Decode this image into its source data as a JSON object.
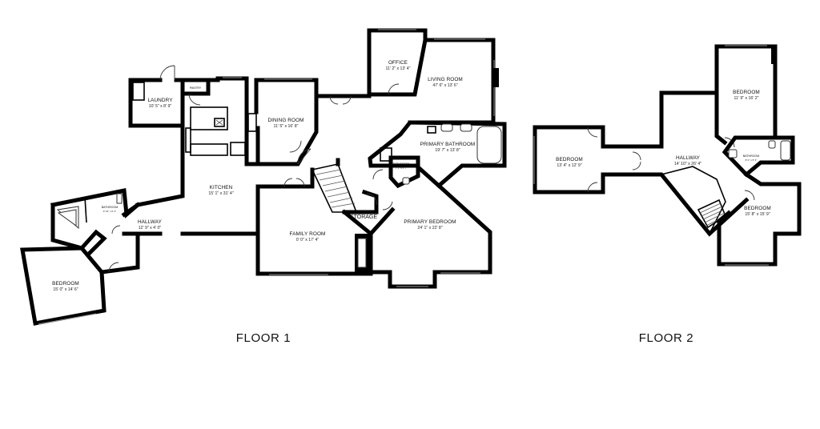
{
  "floors": [
    {
      "title": "FLOOR 1",
      "rooms": [
        {
          "name": "LAUNDRY",
          "size": "10' 5\" x 8' 9\""
        },
        {
          "name": "PANTRY",
          "size": ""
        },
        {
          "name": "DINING ROOM",
          "size": "11' 5\" x 16' 8\""
        },
        {
          "name": "OFFICE",
          "size": "11' 2\" x 13' 4\""
        },
        {
          "name": "LIVING ROOM",
          "size": "47' 6\" x 13' 6\""
        },
        {
          "name": "KITCHEN",
          "size": "15' 1\" x 31' 4\""
        },
        {
          "name": "PRIMARY BATHROOM",
          "size": "19' 7\" x 13' 8\""
        },
        {
          "name": "BATHROOM",
          "size": "7' 3\" x 5' 7\""
        },
        {
          "name": "HALLWAY",
          "size": "12' 9\" x 4' 0\""
        },
        {
          "name": "STORAGE",
          "size": ""
        },
        {
          "name": "FAMILY ROOM",
          "size": "0' 0\" x 17' 4\""
        },
        {
          "name": "PRIMARY BEDROOM",
          "size": "24' 1\" x 22' 8\""
        },
        {
          "name": "BATHROOM",
          "size": "9' 10\" x 6' 2\""
        },
        {
          "name": "BEDROOM",
          "size": "15' 0\" x 14' 6\""
        }
      ]
    },
    {
      "title": "FLOOR 2",
      "rooms": [
        {
          "name": "BEDROOM",
          "size": "11' 9\" x 16' 2\""
        },
        {
          "name": "BEDROOM",
          "size": "13' 4\" x 12' 9\""
        },
        {
          "name": "HALLWAY",
          "size": "14' 10\" x 26' 4\""
        },
        {
          "name": "BATHROOM",
          "size": "8' 0\" x 5' 3\""
        },
        {
          "name": "BEDROOM",
          "size": "15' 8\" x 15' 9\""
        }
      ]
    }
  ]
}
